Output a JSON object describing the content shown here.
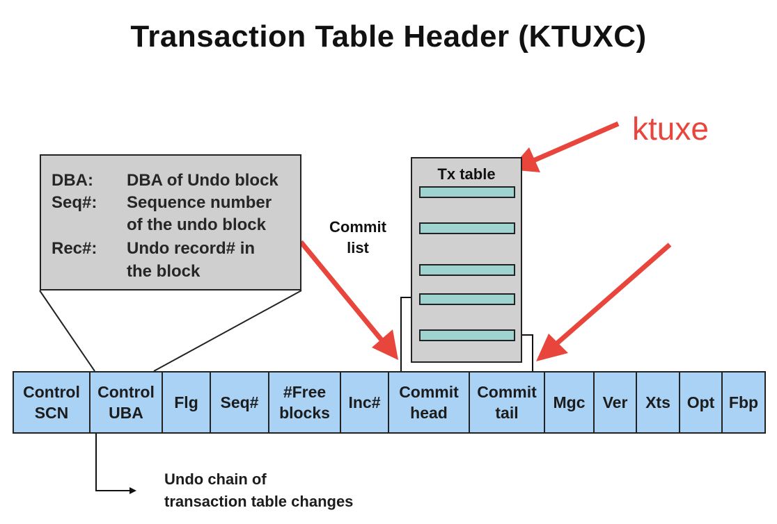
{
  "title": "Transaction Table Header (KTUXC)",
  "callout": {
    "rows": [
      {
        "key": "DBA:",
        "value": "DBA of Undo block"
      },
      {
        "key": "Seq#:",
        "value": "Sequence number",
        "cont": "of the undo block"
      },
      {
        "key": "Rec#:",
        "value": "Undo record# in",
        "cont": "the block"
      }
    ]
  },
  "commit_list": [
    "Commit",
    "list"
  ],
  "tx_table": {
    "label": "Tx table",
    "slots": 5
  },
  "annotation": {
    "text": "ktuxe",
    "color": "#e8453c"
  },
  "header_cells": [
    "Control\nSCN",
    "Control\nUBA",
    "Flg",
    "Seq#",
    "#Free\nblocks",
    "Inc#",
    "Commit\nhead",
    "Commit\ntail",
    "Mgc",
    "Ver",
    "Xts",
    "Opt",
    "Fbp"
  ],
  "undo_chain_note": [
    "Undo chain of",
    "transaction table changes"
  ],
  "colors": {
    "cell": "#a9d2f5",
    "slot": "#9fd3cf",
    "box": "#cfcfcf",
    "arrow_red": "#e8453c"
  }
}
